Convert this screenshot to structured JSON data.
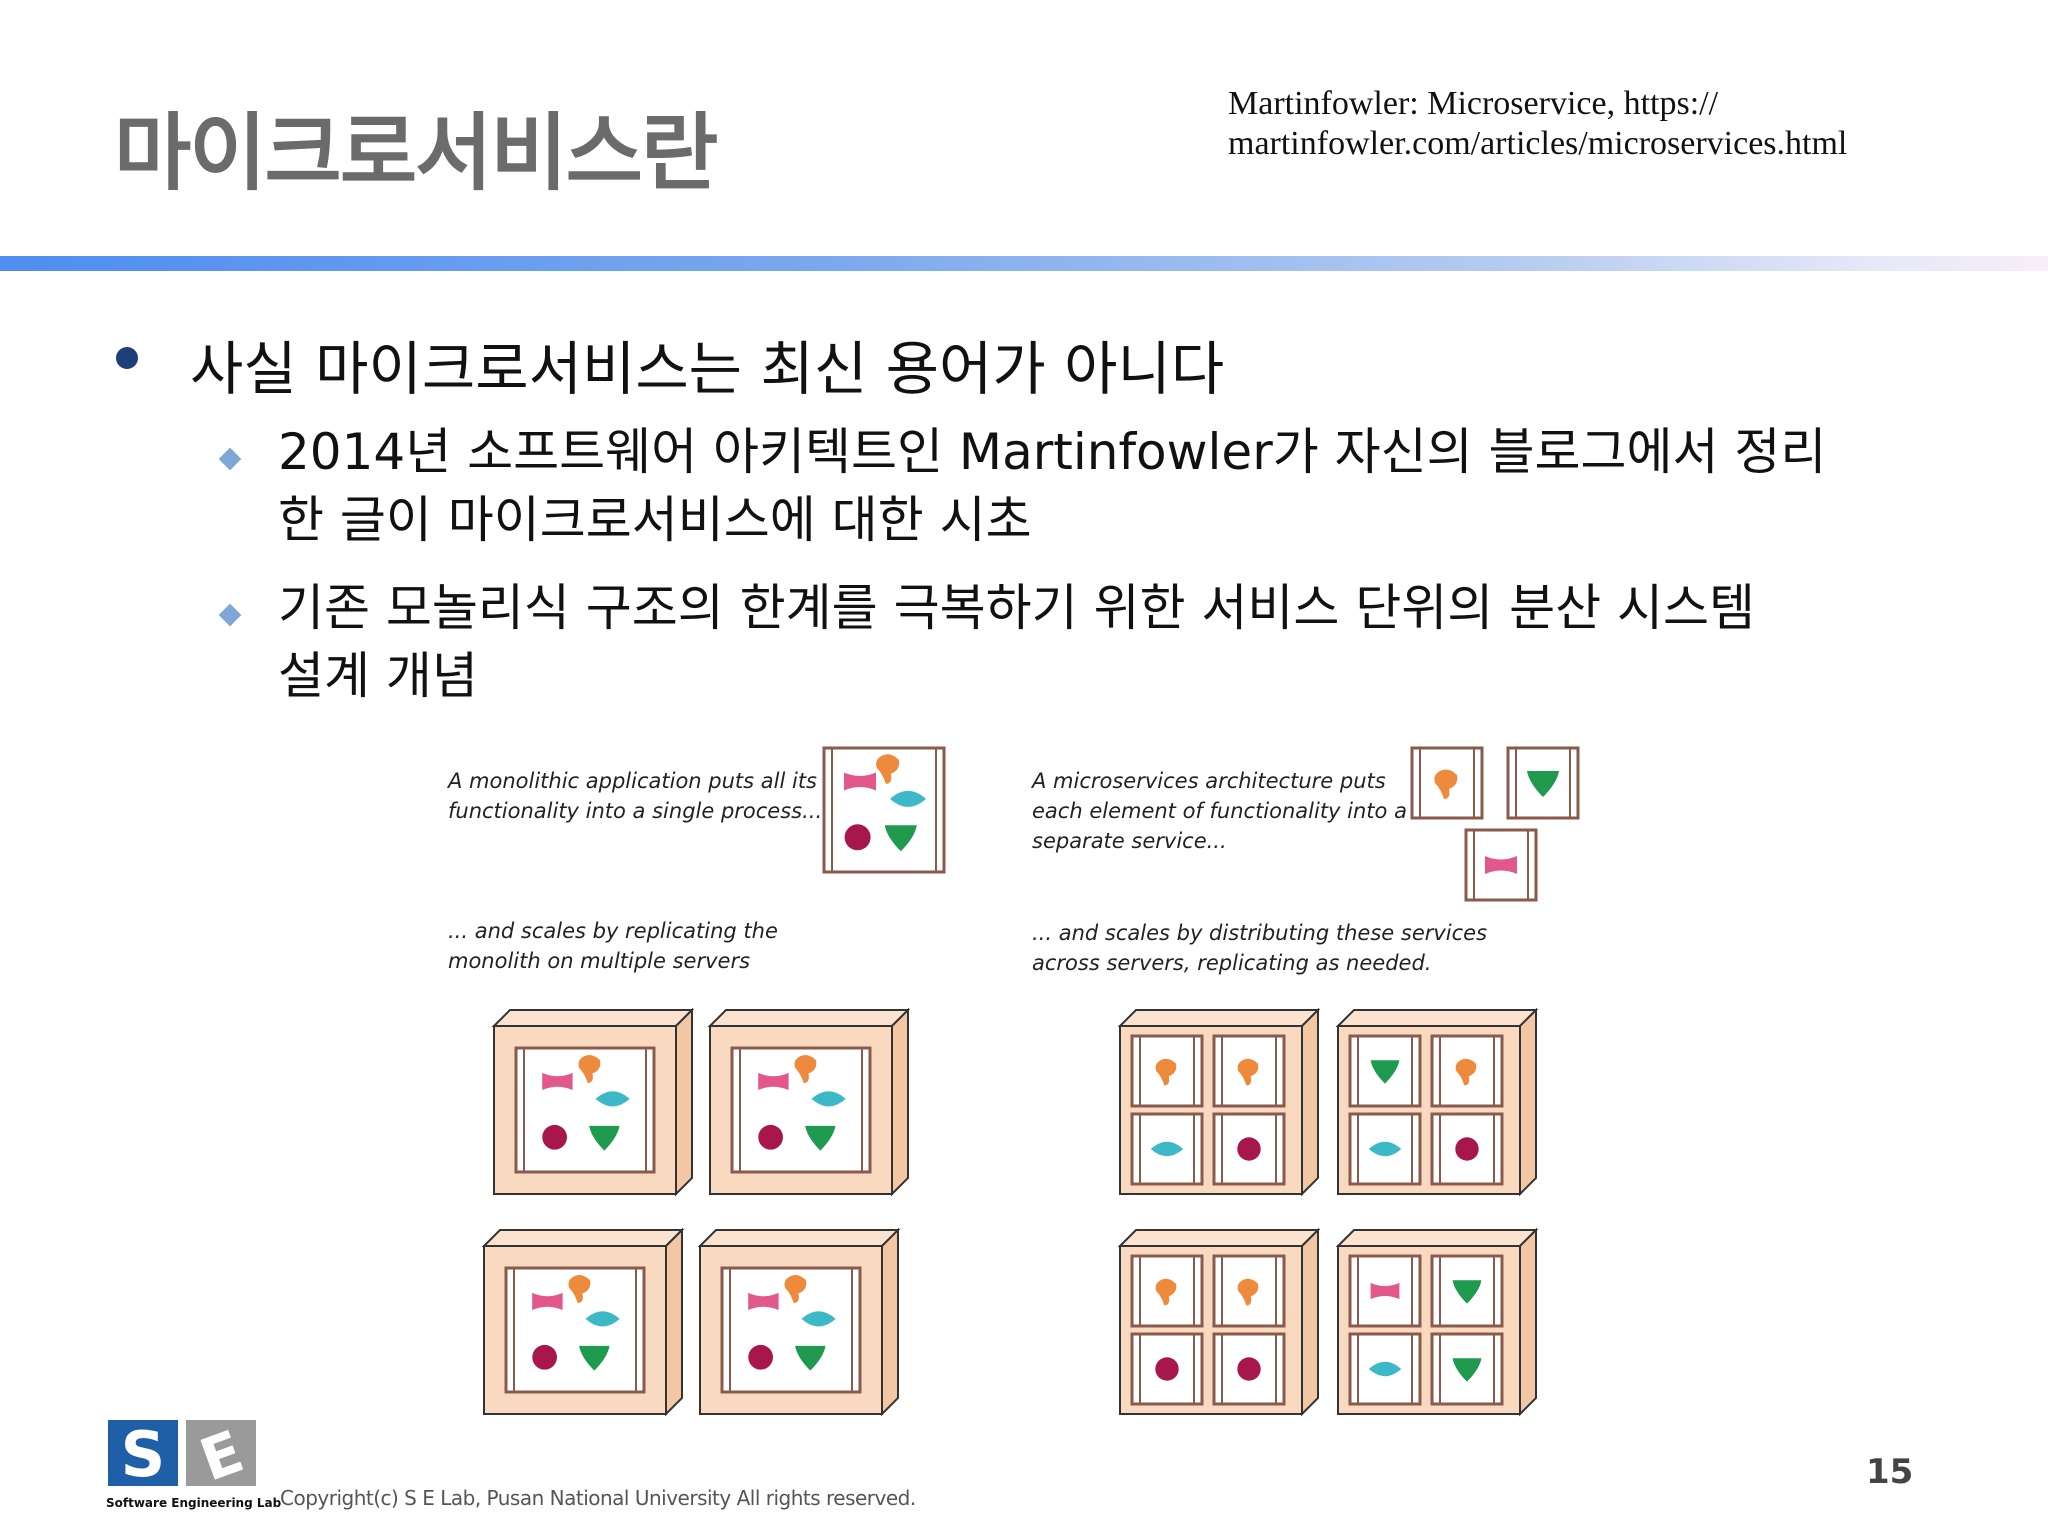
{
  "slide": {
    "title": "마이크로서비스란",
    "reference_line1": "Martinfowler: Microservice, https://",
    "reference_line2": "martinfowler.com/articles/microservices.html",
    "bullet1": "사실 마이크로서비스는 최신 용어가 아니다",
    "sub1_line1": "2014년 소프트웨어 아키텍트인 Martinfowler가 자신의 블로그에서 정리",
    "sub1_line2": "한 글이 마이크로서비스에 대한 시초",
    "sub2_line1": "기존 모놀리식 구조의 한계를 극복하기 위한 서비스 단위의 분산 시스템",
    "sub2_line2": "설계 개념",
    "page_number": "15"
  },
  "figure": {
    "mono_caption_line1": "A monolithic application puts all its",
    "mono_caption_line2": "functionality into a single process...",
    "mono_scale_line1": "... and scales by replicating the",
    "mono_scale_line2": "monolith on multiple servers",
    "micro_caption_line1": "A microservices architecture puts",
    "micro_caption_line2": "each element of functionality into a",
    "micro_caption_line3": "separate service...",
    "micro_scale_line1": "... and scales by distributing these services",
    "micro_scale_line2": "across servers, replicating as needed.",
    "colors": {
      "pink": "#e2588a",
      "orange": "#ee8a3c",
      "teal": "#3cb8c6",
      "maroon": "#a8174c",
      "green": "#1f9a4e",
      "server_fill": "#f9d9c0",
      "frame": "#8a5a4c"
    }
  },
  "footer": {
    "copyright": "Copyright(c) S E Lab, Pusan National  University  All rights reserved.",
    "logo_caption": "Software Engineering Lab"
  }
}
